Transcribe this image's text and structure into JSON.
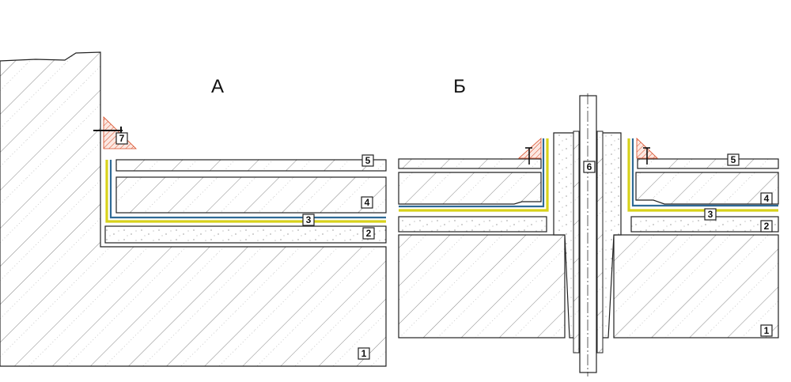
{
  "diagram": {
    "details": [
      {
        "letter": "А"
      },
      {
        "letter": "Б"
      }
    ],
    "labels": {
      "base_slab": "1",
      "screed": "2",
      "waterproofing": "3",
      "insulation": "4",
      "top_layer": "5",
      "pipe": "6",
      "fixing": "7"
    }
  },
  "colors": {
    "waterproofing_yellow": "#d8d21a",
    "waterproofing_blue": "#2f6a95",
    "sealant_red": "#d84a24",
    "line": "#222222"
  }
}
